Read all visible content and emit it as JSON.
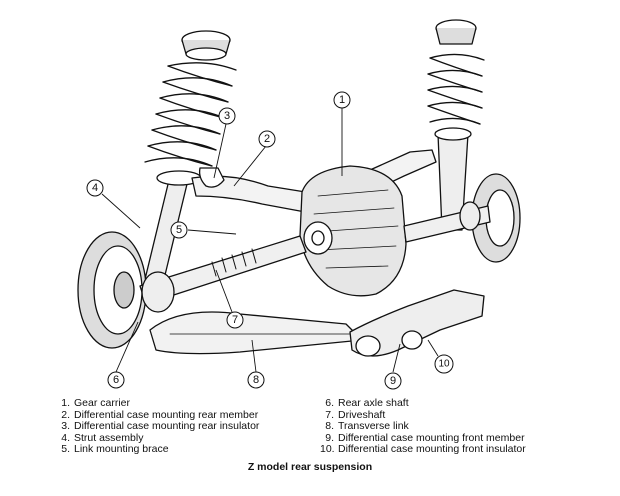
{
  "legend": {
    "items": [
      {
        "num": "1.",
        "label": "Gear carrier"
      },
      {
        "num": "2.",
        "label": "Differential case mounting rear member"
      },
      {
        "num": "3.",
        "label": "Differential case mounting rear insulator"
      },
      {
        "num": "4.",
        "label": "Strut assembly"
      },
      {
        "num": "5.",
        "label": "Link mounting brace"
      },
      {
        "num": "6.",
        "label": "Rear axle shaft"
      },
      {
        "num": "7.",
        "label": "Driveshaft"
      },
      {
        "num": "8.",
        "label": "Transverse link"
      },
      {
        "num": "9.",
        "label": "Differential case mounting front member"
      },
      {
        "num": "10.",
        "label": "Differential case mounting front insulator"
      }
    ]
  },
  "callouts": [
    "1",
    "2",
    "3",
    "4",
    "5",
    "6",
    "7",
    "8",
    "9",
    "10"
  ],
  "caption": "Z model rear suspension"
}
